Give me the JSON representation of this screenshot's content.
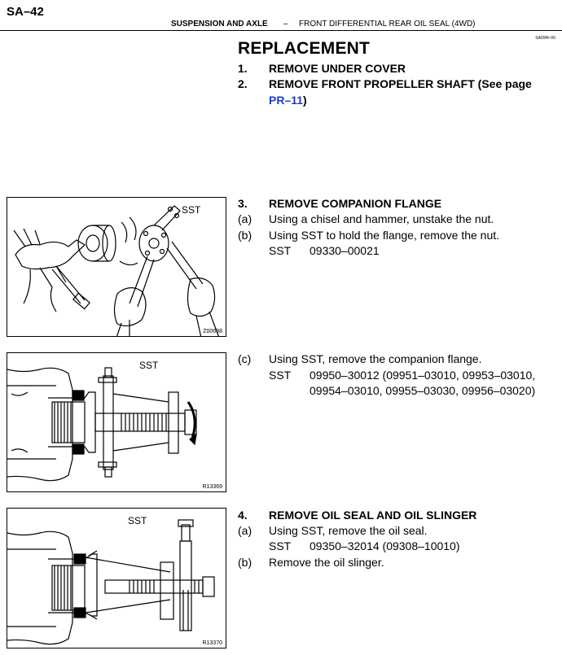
{
  "header": {
    "page_number": "SA–42",
    "section": "SUSPENSION AND AXLE",
    "separator": "–",
    "subsection": "FRONT DIFFERENTIAL REAR OIL SEAL (4WD)",
    "doc_code": "SA09M–06"
  },
  "title": "REPLACEMENT",
  "steps": {
    "s1": {
      "num": "1.",
      "text": "REMOVE UNDER COVER"
    },
    "s2": {
      "num": "2.",
      "text": "REMOVE FRONT PROPELLER SHAFT (See page",
      "link": "PR–11",
      "close": ")"
    },
    "s3": {
      "num": "3.",
      "text": "REMOVE COMPANION FLANGE",
      "a": {
        "num": "(a)",
        "text": "Using a chisel and hammer, unstake the nut."
      },
      "b": {
        "num": "(b)",
        "text": "Using SST to hold the flange, remove the nut.",
        "sst_label": "SST",
        "sst": "09330–00021"
      },
      "c": {
        "num": "(c)",
        "text": "Using SST, remove the companion flange.",
        "sst_label": "SST",
        "sst_line1": "09950–30012  (09951–03010,  09953–03010,",
        "sst_line2": "09954–03010,  09955–03030,  09956–03020)"
      }
    },
    "s4": {
      "num": "4.",
      "text": "REMOVE OIL SEAL AND OIL SLINGER",
      "a": {
        "num": "(a)",
        "text": "Using SST, remove the oil seal.",
        "sst_label": "SST",
        "sst": "09350–32014  (09308–10010)"
      },
      "b": {
        "num": "(b)",
        "text": "Remove the oil slinger."
      }
    }
  },
  "figures": {
    "fig1": {
      "label": "SST",
      "code": "Z00638"
    },
    "fig2": {
      "label": "SST",
      "code": "R13369"
    },
    "fig3": {
      "label": "SST",
      "code": "R13370"
    }
  }
}
